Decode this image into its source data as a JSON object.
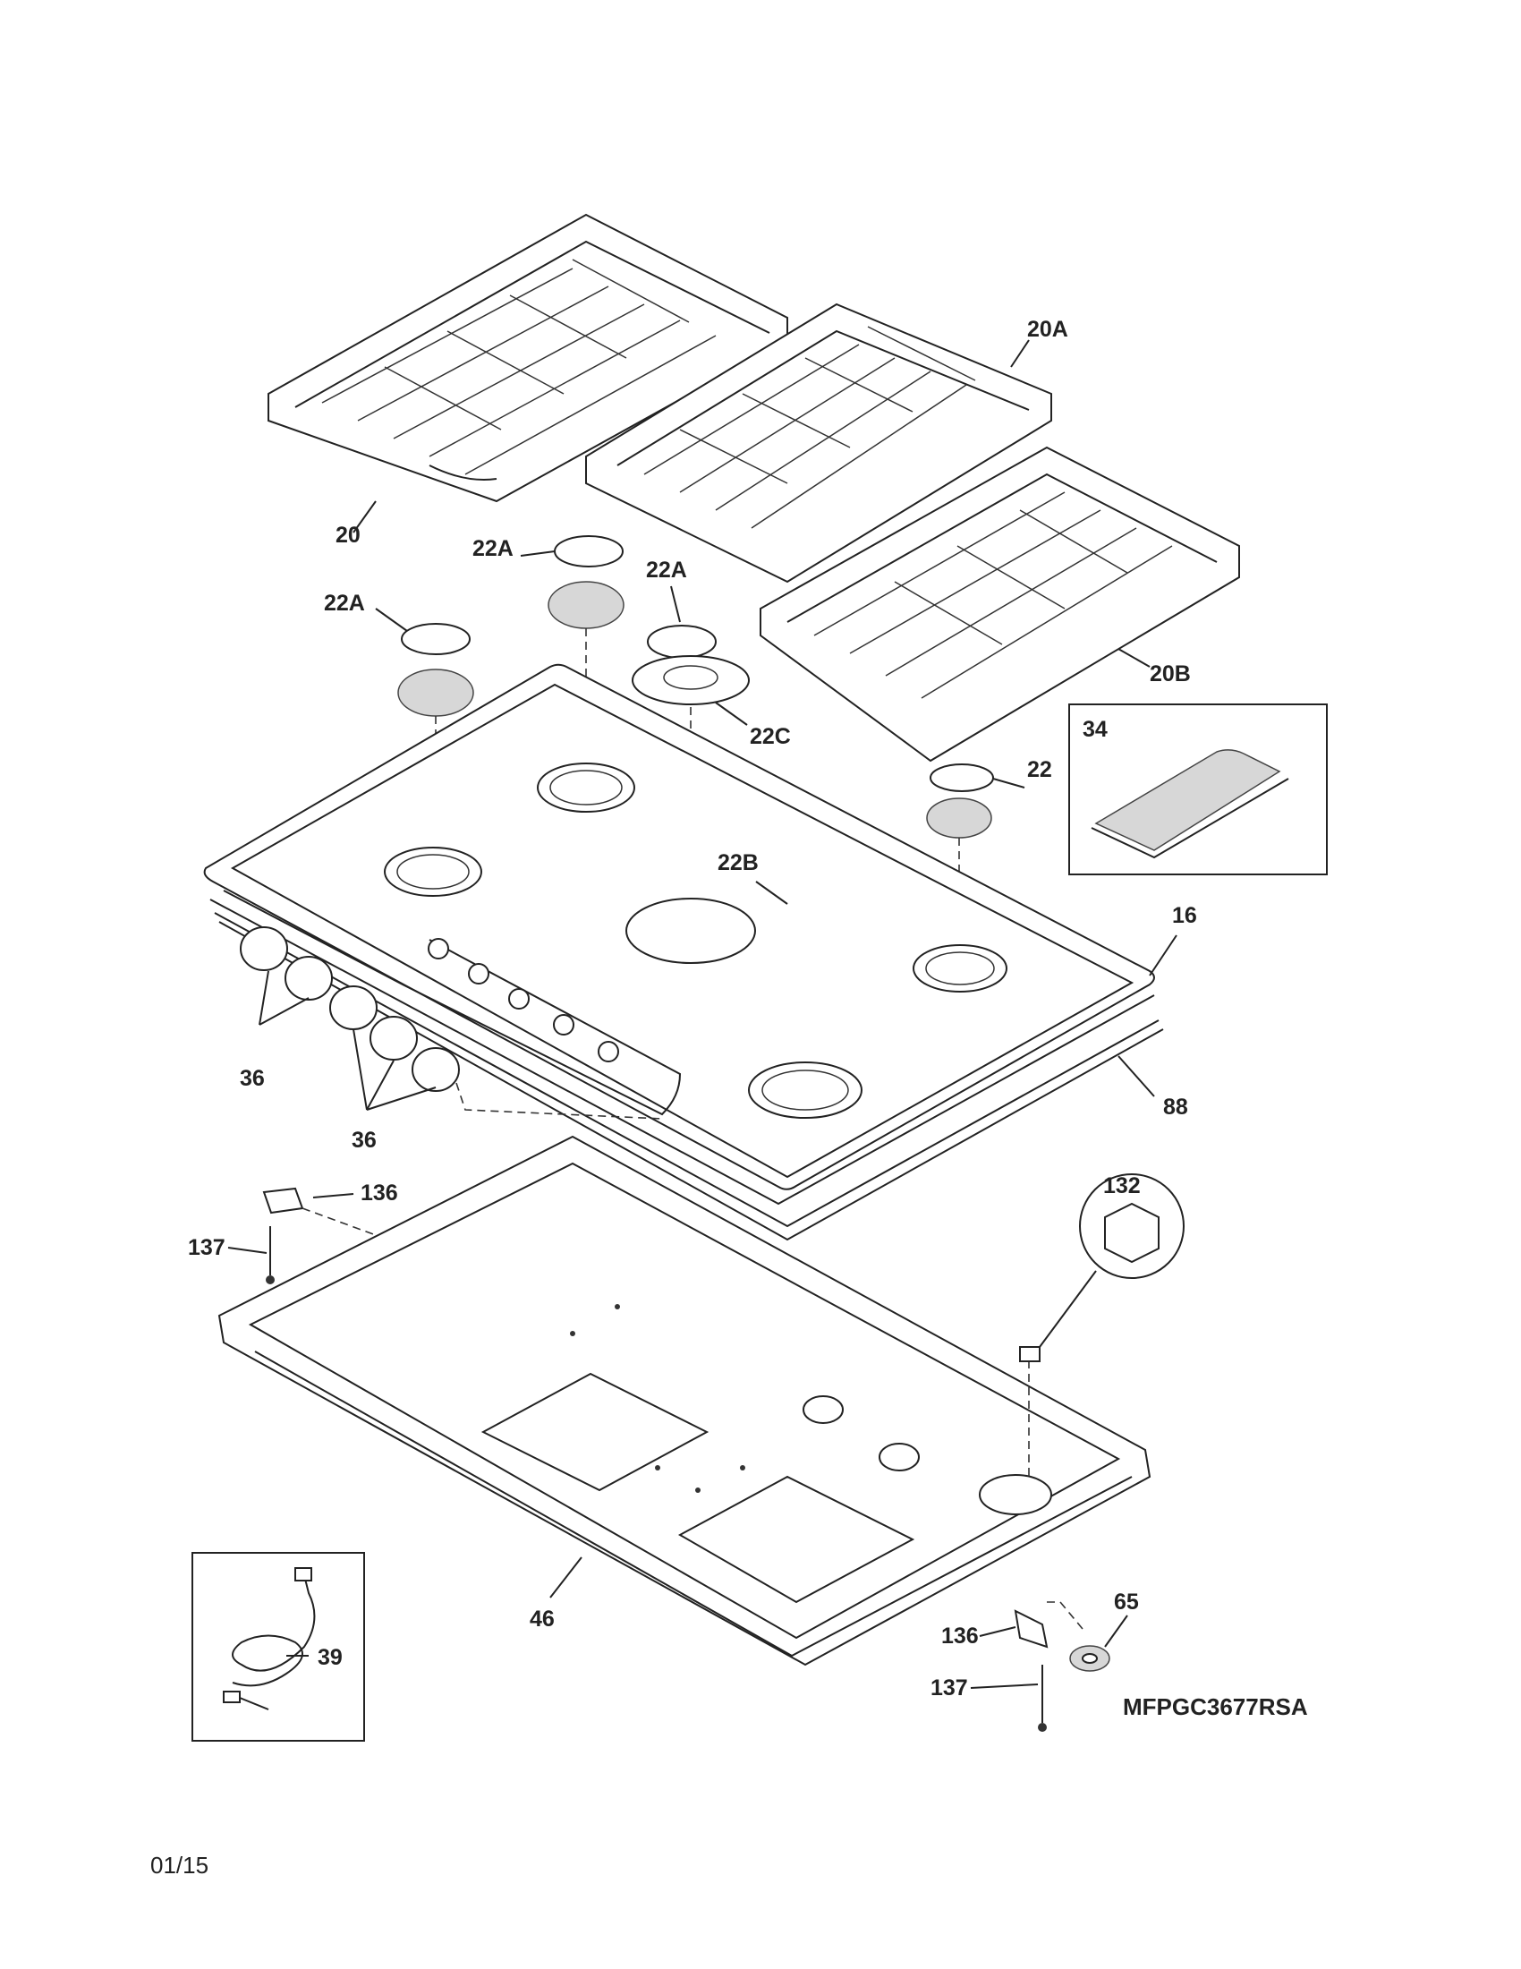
{
  "diagram": {
    "model": "MFPGC3677RSA",
    "footer_date": "01/15",
    "callouts": {
      "grate_left": "20",
      "grate_middle": "20A",
      "grate_right": "20B",
      "cap_22a_left": "22A",
      "cap_22a_center": "22A",
      "cap_22a_ring": "22A",
      "burner_22c": "22C",
      "cap_22": "22",
      "cap_22b": "22B",
      "griddle": "34",
      "cooktop": "16",
      "gasket": "88",
      "knobs_a": "36",
      "knobs_b": "36",
      "bracket_top": "136",
      "screw_top": "137",
      "bracket_bottom": "136",
      "screw_bottom": "137",
      "burner_box": "46",
      "ignitor": "132",
      "grommet": "65",
      "power_cord": "39"
    }
  }
}
